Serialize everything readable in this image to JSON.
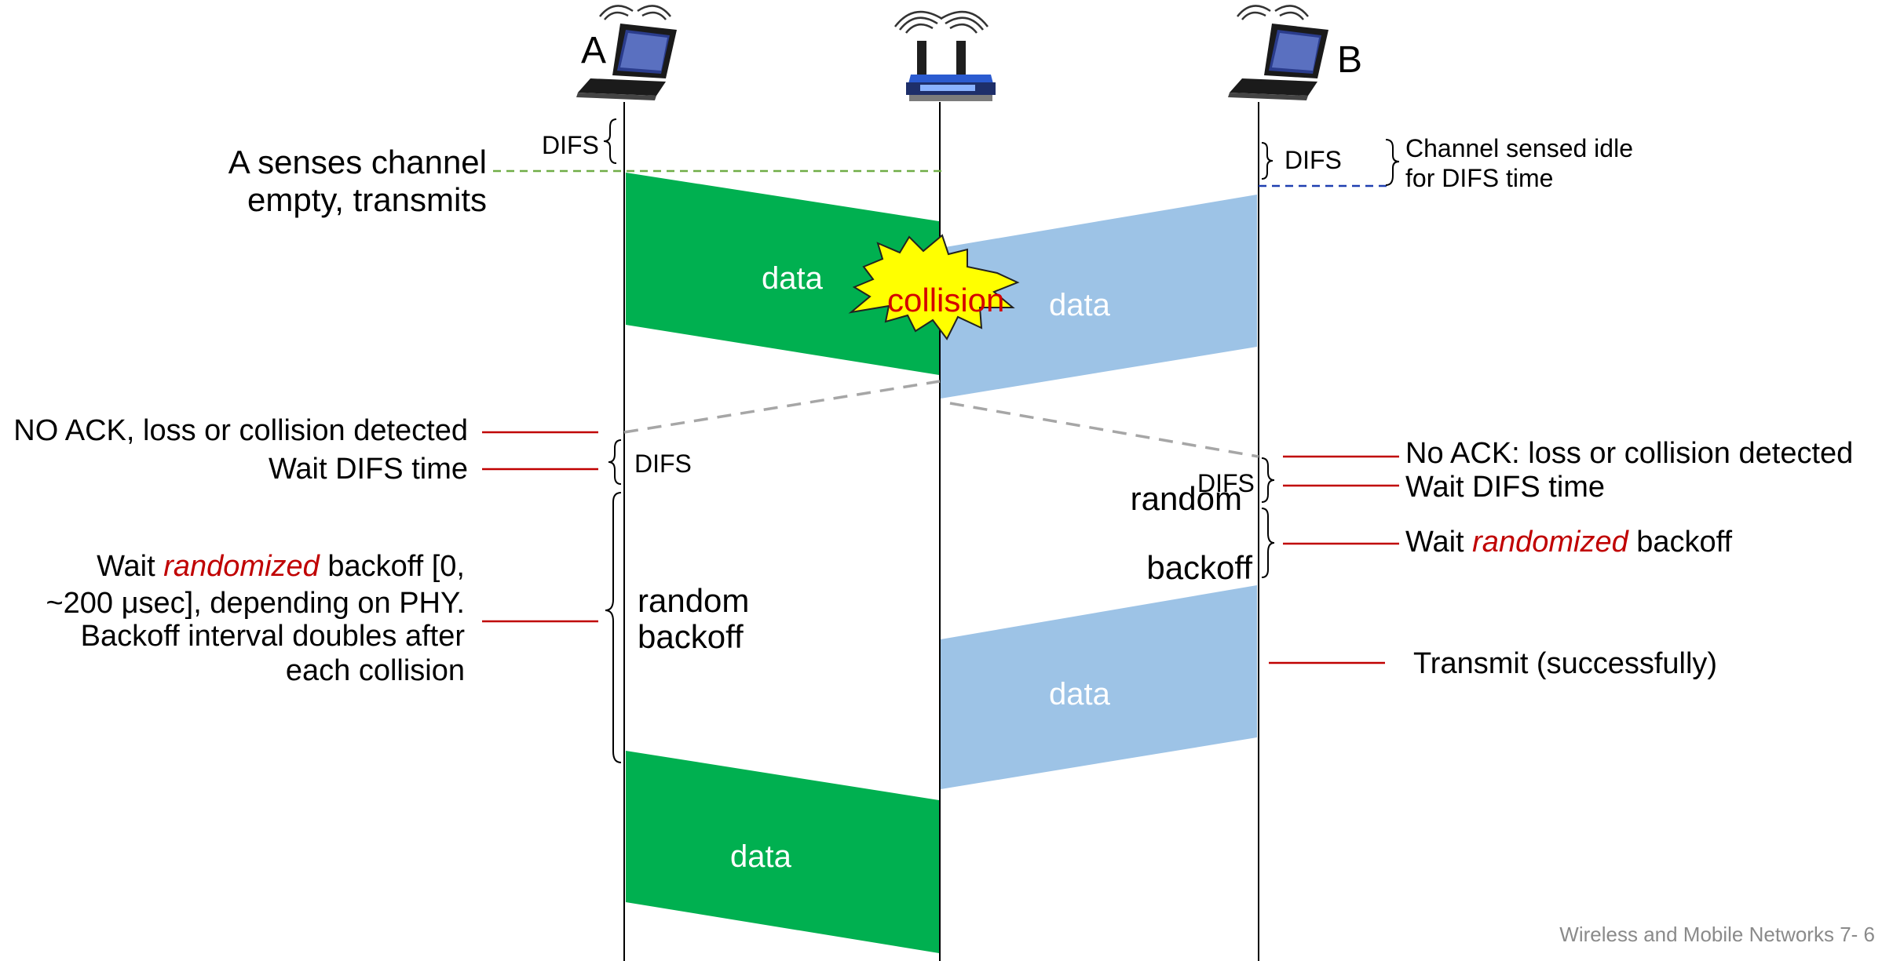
{
  "nodes": {
    "a_label": "A",
    "b_label": "B"
  },
  "packets": {
    "data_label": "data",
    "collision_label": "collision"
  },
  "labels": {
    "difs": "DIFS",
    "random_backoff_line1": "random",
    "random_backoff_line2": "backoff"
  },
  "left_annotations": {
    "senses_line1": "A senses channel",
    "senses_line2": "empty, transmits",
    "no_ack": "NO ACK, loss or collision detected",
    "wait_difs": "Wait DIFS time",
    "backoff_pre": "Wait ",
    "backoff_em": "randomized",
    "backoff_post": " backoff [0,",
    "backoff_line2": "~200 μsec], depending on PHY.",
    "backoff_line3": "Backoff interval doubles after",
    "backoff_line4": "each collision"
  },
  "right_annotations": {
    "idle_line1": "Channel sensed idle",
    "idle_line2": "for DIFS time",
    "no_ack": "No ACK: loss or collision detected",
    "wait_difs": "Wait DIFS time",
    "backoff_pre": "Wait ",
    "backoff_em": "randomized",
    "backoff_post": " backoff",
    "transmit": "Transmit (successfully)"
  },
  "footer": "Wireless and Mobile Networks 7- 6",
  "colors": {
    "station_a_packet": "#00b050",
    "station_b_packet": "#9dc3e6",
    "collision_fill": "#ffff00",
    "collision_text": "#d40000",
    "pointer_line": "#c00000",
    "idle_dash_a": "#70ad47",
    "idle_dash_b": "#1f3fb0",
    "ack_dash": "#a6a6a6",
    "emphasis": "#c00000"
  },
  "icons": [
    "laptop-icon",
    "wifi-router-icon",
    "wireless-signal-icon"
  ]
}
